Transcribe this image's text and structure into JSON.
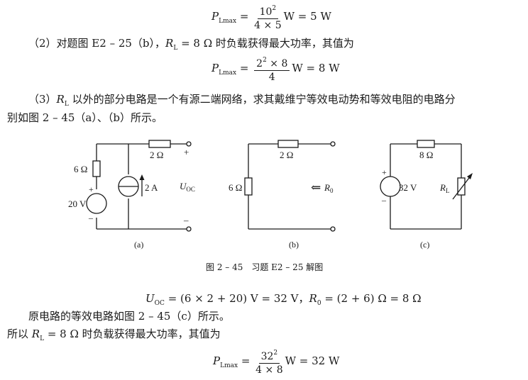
{
  "eq1": {
    "lhs": "P",
    "lhs_sub": "Lmax",
    "num_base": "10",
    "num_exp": "2",
    "den": "4 × 5",
    "rhs": "W = 5 W"
  },
  "para2": {
    "prefix": "（2）对题图 E2 – 25（b），",
    "R": "R",
    "R_sub": "L",
    "suffix": " = 8 Ω 时负载获得最大功率，其值为"
  },
  "eq2": {
    "lhs": "P",
    "lhs_sub": "Lmax",
    "num_base": "2",
    "num_exp": "2",
    "num_rest": " × 8",
    "den": "4",
    "rhs": "W = 8 W"
  },
  "para3": {
    "prefix": "（3）",
    "R": "R",
    "R_sub": "L",
    "line1_rest": " 以外的部分电路是一个有源二端网络，求其戴维宁等效电动势和等效电阻的电路分",
    "line2": "别如图 2 – 45（a）、（b）所示。"
  },
  "fig_a": {
    "r_series": "6 Ω",
    "r_top": "2 Ω",
    "vsrc": "20 V",
    "isrc": "2 A",
    "uoc": "U",
    "uoc_sub": "OC",
    "plus_top": "+",
    "minus_bottom": "–",
    "src_plus": "+",
    "src_minus": "–",
    "label": "(a)"
  },
  "fig_b": {
    "r_left": "6 Ω",
    "r_top": "2 Ω",
    "r0": "R",
    "r0_sub": "0",
    "arrow": "⇐",
    "label": "(b)"
  },
  "fig_c": {
    "r_top": "8 Ω",
    "vsrc": "32 V",
    "rl": "R",
    "rl_sub": "L",
    "src_plus": "+",
    "src_minus": "–",
    "label": "(c)"
  },
  "caption": "图 2 – 45　习题 E2 – 25 解图",
  "eq3": {
    "u": "U",
    "u_sub": "OC",
    "u_rhs": " = (6 × 2 + 20) V = 32 V，",
    "r": "R",
    "r_sub": "0",
    "r_rhs": " = (2 + 6) Ω = 8 Ω"
  },
  "para4": "原电路的等效电路如图 2 – 45（c）所示。",
  "para5": {
    "prefix": "所以 ",
    "R": "R",
    "R_sub": "L",
    "suffix": " = 8 Ω 时负载获得最大功率，其值为"
  },
  "eq4": {
    "lhs": "P",
    "lhs_sub": "Lmax",
    "num_base": "32",
    "num_exp": "2",
    "den": "4 × 8",
    "rhs": "W = 32 W"
  }
}
